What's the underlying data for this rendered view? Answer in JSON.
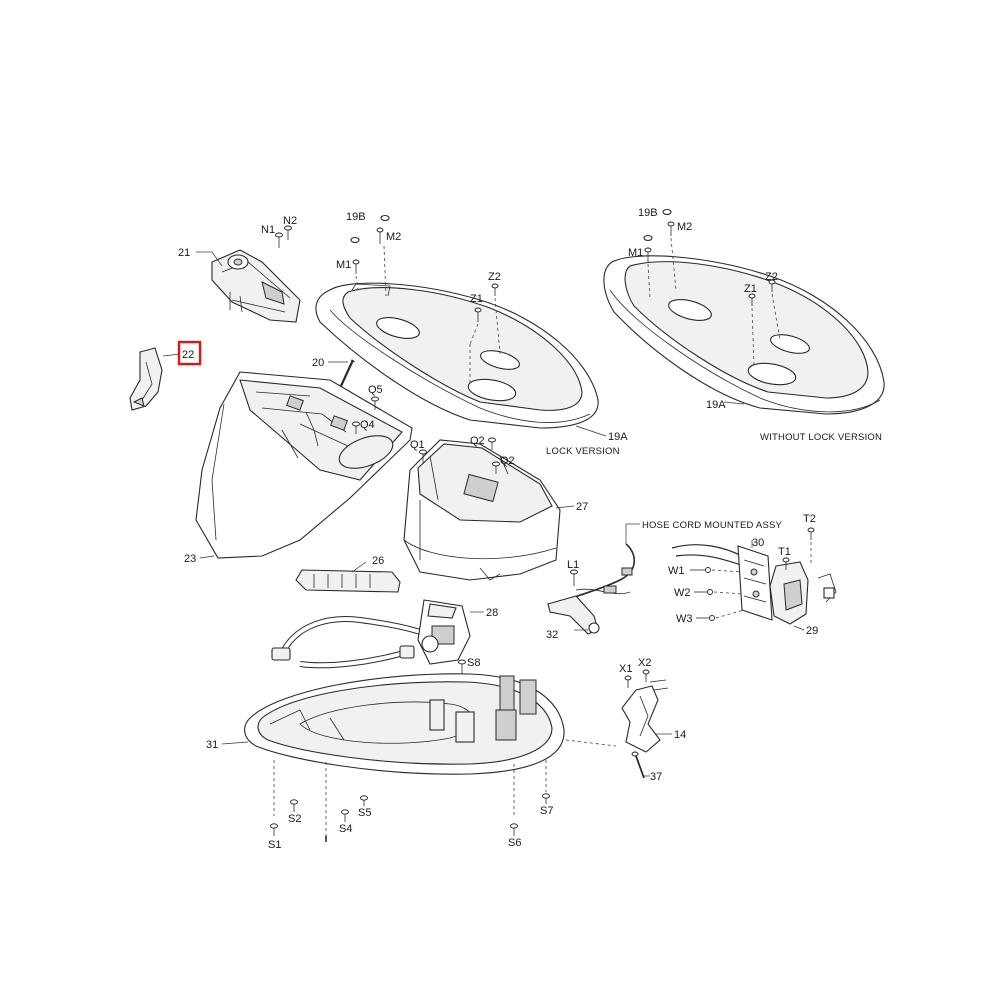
{
  "callouts": {
    "n1": "N1",
    "n2": "N2",
    "p21": "21",
    "p22": "22",
    "p20": "20",
    "p23": "23",
    "p26": "26",
    "b19b": "19B",
    "bm2": "M2",
    "bm1": "M1",
    "bz2": "Z2",
    "bz1": "Z1",
    "b19a": "19A",
    "a19b": "19B",
    "am2": "M2",
    "am1": "M1",
    "az1": "Z1",
    "az2": "Z2",
    "a19a": "19A",
    "q5": "Q5",
    "q4": "Q4",
    "q1": "Q1",
    "q2a": "Q2",
    "q2b": "Q2",
    "p27": "27",
    "l1": "L1",
    "p32": "32",
    "p30": "30",
    "t2": "T2",
    "t1": "T1",
    "w1": "W1",
    "w2": "W2",
    "w3": "W3",
    "p29": "29",
    "p28": "28",
    "s8": "S8",
    "x1": "X1",
    "x2": "X2",
    "p14": "14",
    "p37": "37",
    "p31": "31",
    "s1": "S1",
    "s2": "S2",
    "s4": "S4",
    "s5": "S5",
    "s6": "S6",
    "s7": "S7"
  },
  "captions": {
    "lock_version": "LOCK VERSION",
    "without_lock_version": "WITHOUT LOCK VERSION",
    "hose_cord": "HOSE CORD MOUNTED ASSY"
  },
  "highlight": {
    "part": "22",
    "color": "#e0141b"
  }
}
